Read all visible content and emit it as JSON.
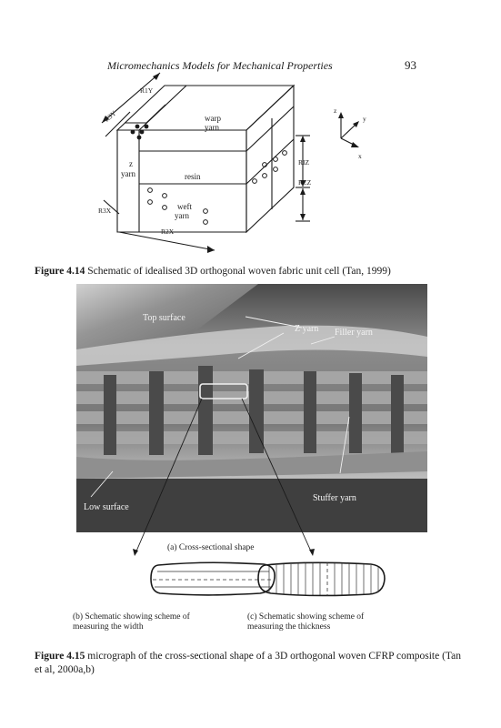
{
  "header": {
    "running_title": "Micromechanics Models for Mechanical Properties",
    "page_number": "93"
  },
  "figure_4_14": {
    "dimension_labels": {
      "r1y": "R1Y",
      "r3y": "R3Y",
      "r3x": "R3X",
      "r2x": "R2X",
      "r1z": "RIZ",
      "r2z": "RZZ"
    },
    "part_labels": {
      "warp_line1": "warp",
      "warp_line2": "yarn",
      "z_line1": "z",
      "z_line2": "yarn",
      "resin": "resin",
      "weft_line1": "weft",
      "weft_line2": "yarn"
    },
    "axes": {
      "z": "z",
      "y": "y",
      "x": "x"
    },
    "caption_label": "Figure 4.14",
    "caption_text": " Schematic of idealised 3D orthogonal woven fabric unit cell (Tan, 1999)"
  },
  "figure_4_15": {
    "photo_labels": {
      "top_surface": "Top surface",
      "z_yarn": "Z yarn",
      "filler_yarn": "Filler yarn",
      "stuffer_yarn": "Stuffer yarn",
      "low_surface": "Low surface"
    },
    "sub_a": "(a) Cross-sectional shape",
    "sub_b_line1": "(b) Schematic showing scheme of",
    "sub_b_line2": "measuring the width",
    "sub_c_line1": "(c) Schematic showing scheme of",
    "sub_c_line2": "measuring the thickness",
    "caption_label": "Figure 4.15",
    "caption_text": " micrograph of the cross-sectional shape of a 3D orthogonal woven CFRP composite (Tan et al, 2000a,b)"
  },
  "colors": {
    "ink": "#1a1a1a",
    "photo_dark": "#3a3a3a",
    "photo_light": "#bdbdbd"
  }
}
